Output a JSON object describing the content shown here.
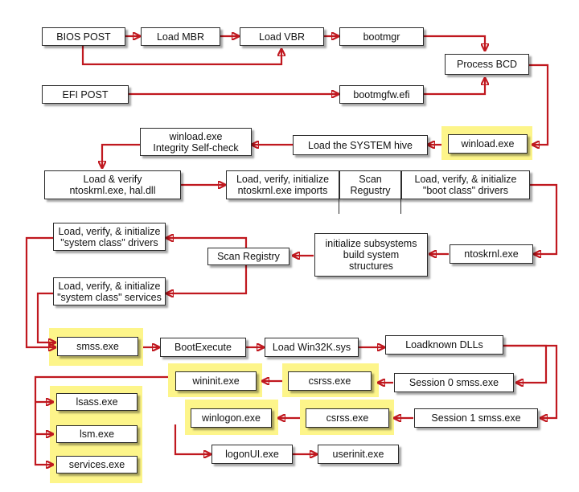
{
  "colors": {
    "arrow": "#c0181f",
    "highlight": "#fdf58a",
    "box_border": "#2b2b2b"
  },
  "nodes": {
    "bios_post": "BIOS POST",
    "load_mbr": "Load MBR",
    "load_vbr": "Load VBR",
    "bootmgr": "bootmgr",
    "process_bcd": "Process BCD",
    "efi_post": "EFI POST",
    "bootmgfw": "bootmgfw.efi",
    "winload_check": "winload.exe\nIntegrity Self-check",
    "load_system_hive": "Load the SYSTEM hive",
    "winload": "winload.exe",
    "load_ntoskrnl": "Load & verify\nntoskrnl.exe, hal.dll",
    "load_imports": "Load, verify, initialize\nntoskrnl.exe imports",
    "scan_registry_1": "Scan\nRegustry",
    "load_boot_drivers": "Load, verify, & initialize\n\"boot class\" drivers",
    "load_system_drivers": "Load, verify, & initialize\n\"system class\" drivers",
    "scan_registry_2": "Scan Registry",
    "init_subsystems": "initialize subsystems\nbuild system\nstructures",
    "ntoskrnl": "ntoskrnl.exe",
    "load_system_services": "Load, verify, & initialize\n\"system class\" services",
    "smss": "smss.exe",
    "boot_execute": "BootExecute",
    "load_win32k": "Load Win32K.sys",
    "loadknown_dlls": "Loadknown DLLs",
    "wininit": "wininit.exe",
    "csrss_0": "csrss.exe",
    "session0_smss": "Session 0 smss.exe",
    "lsass": "lsass.exe",
    "lsm": "lsm.exe",
    "services": "services.exe",
    "winlogon": "winlogon.exe",
    "csrss_1": "csrss.exe",
    "session1_smss": "Session 1 smss.exe",
    "logonui": "logonUI.exe",
    "userinit": "userinit.exe"
  }
}
